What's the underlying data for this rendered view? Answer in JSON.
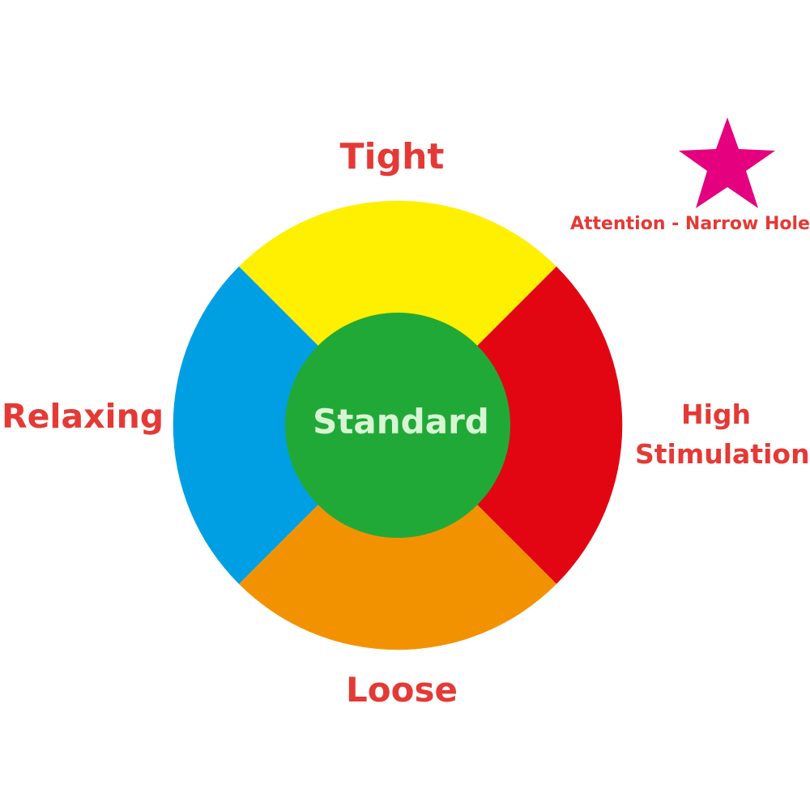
{
  "colors": {
    "label_red": "#e53935",
    "standard_text": "#d7f5d3",
    "top_segment": "#ffef00",
    "right_segment": "#e20613",
    "bottom_segment": "#f39200",
    "left_segment": "#009fe3",
    "center_circle": "#21a937",
    "star": "#e4007f"
  },
  "labels": {
    "top": "Tight",
    "left": "Relaxing",
    "right_line1": "High",
    "right_line2": "Stimulation",
    "bottom": "Loose",
    "center": "Standard",
    "attention": "Attention - Narrow Hole!"
  },
  "icons": {
    "attention_marker": "star-icon"
  }
}
